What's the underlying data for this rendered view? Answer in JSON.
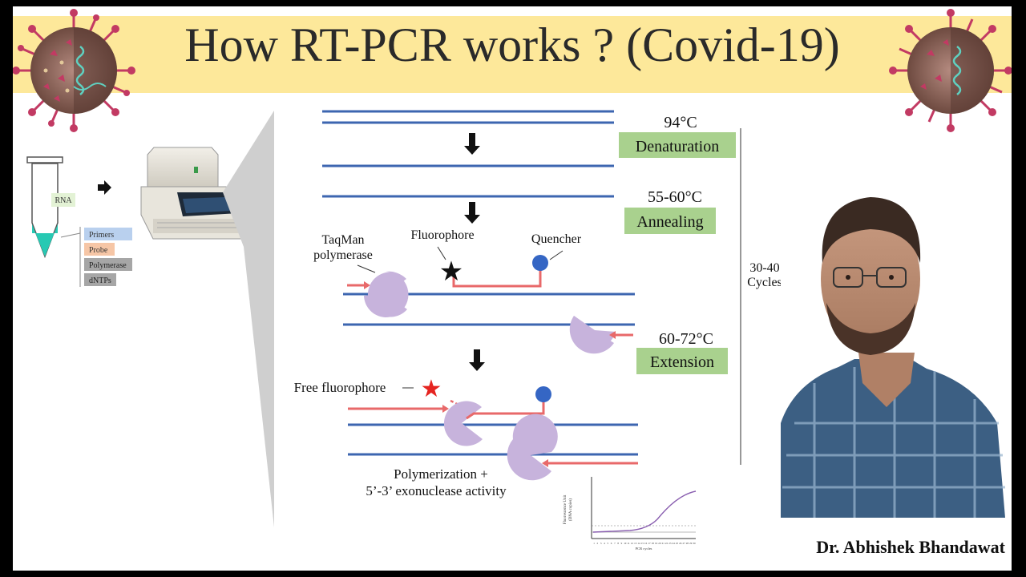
{
  "title": "How RT-PCR works ? (Covid-19)",
  "tube": {
    "rna_label": "RNA",
    "reagents": [
      "Primers",
      "Probe",
      "Polymerase",
      "dNTPs"
    ]
  },
  "steps": {
    "denaturation": {
      "temp": "94°C",
      "label": "Denaturation"
    },
    "annealing": {
      "temp": "55-60°C",
      "label": "Annealing"
    },
    "extension": {
      "temp": "60-72°C",
      "label": "Extension"
    }
  },
  "cycles": {
    "line1": "30-40",
    "line2": "Cycles"
  },
  "labels": {
    "taqman_line1": "TaqMan",
    "taqman_line2": "polymerase",
    "fluorophore": "Fluorophore",
    "quencher": "Quencher",
    "free_fluorophore": "Free fluorophore",
    "poly_line1": "Polymerization +",
    "poly_line2": "5’-3’ exonuclease activity"
  },
  "mini_chart": {
    "ylabel_line1": "Fluorescence Unit",
    "ylabel_line2": "(DNA copies)",
    "xlabel": "PCR cycles",
    "ticks": [
      "1",
      "2",
      "3",
      "4",
      "5",
      "6",
      "7",
      "8",
      "9",
      "10",
      "11",
      "12",
      "13",
      "14",
      "15",
      "16",
      "17",
      "18",
      "19",
      "20",
      "21",
      "22",
      "23",
      "24",
      "25",
      "26",
      "27",
      "28",
      "29",
      "30"
    ]
  },
  "author": "Dr. Abhishek Bhandawat",
  "colors": {
    "strand": "#3d66b0",
    "primer": "#e8696a",
    "step_box": "#a9d18e",
    "enzyme": "#c7b3dc",
    "quencher": "#3566c4",
    "title_band": "#fde89a"
  }
}
